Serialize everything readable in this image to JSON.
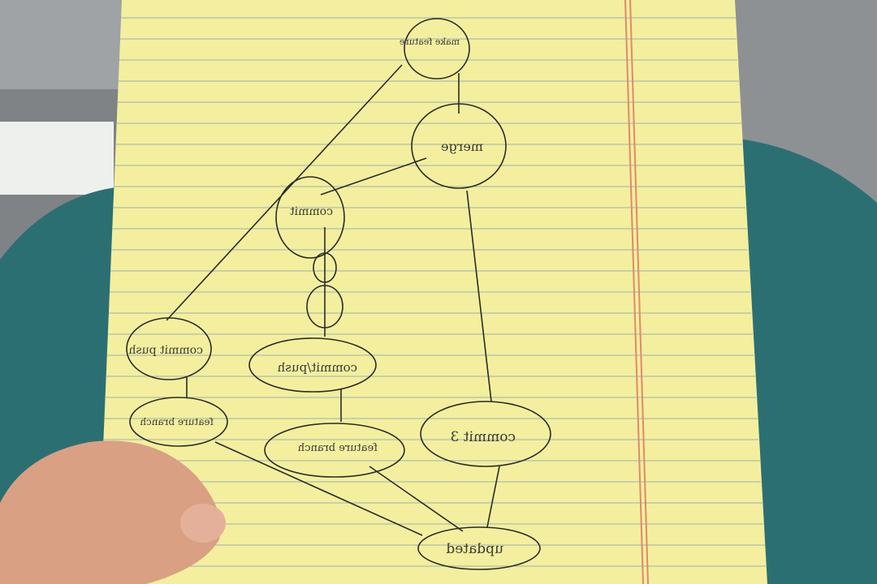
{
  "photo": {
    "colors": {
      "ceiling": "#9fa3a6",
      "wall": "#7f8386",
      "shirt": "#2c6f73",
      "paper": "#f3ef9e",
      "rule_line": "#8fa7b6",
      "margin_line": "#e08a6a",
      "ink": "#2a2a2a",
      "skin": "#d9a084"
    }
  },
  "diagram": {
    "nodes": {
      "updated": "updated",
      "feature_branch_a": "feature branch",
      "feature_branch_b": "feature branch",
      "commit_3": "commit 3",
      "commit_push_left": "commit push",
      "commit_push_mid": "commit/push",
      "commit_top": "commit",
      "merge": "merge",
      "final": "make feature"
    }
  }
}
